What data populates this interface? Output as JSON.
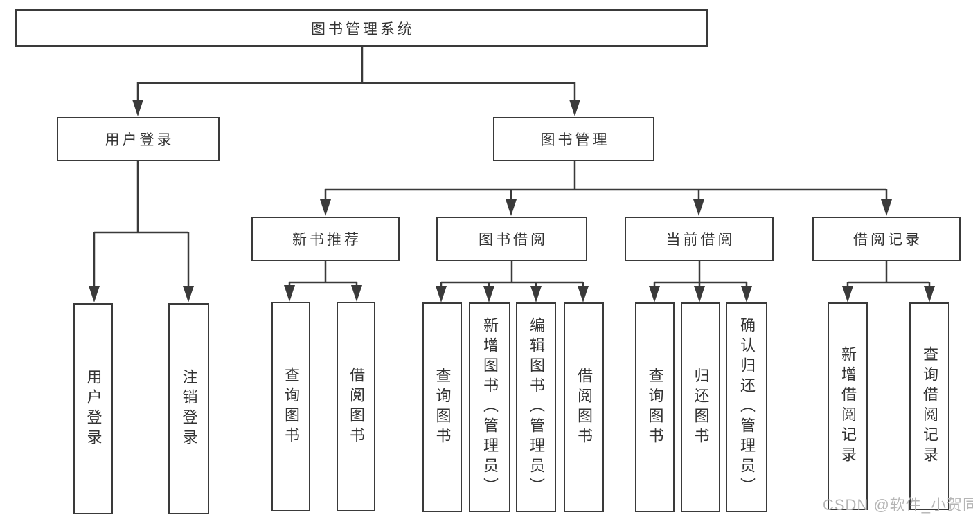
{
  "theme": {
    "line_color": "#3a3a3a",
    "text_color": "#333333",
    "watermark_color": "#b5b5b5",
    "background": "#ffffff"
  },
  "watermark": {
    "text": "CSDN @软件_小贺同学"
  },
  "diagram": {
    "type": "tree",
    "root": {
      "label": "图书管理系统",
      "children": [
        {
          "label": "用户登录",
          "children": [
            {
              "label": "用户登录"
            },
            {
              "label": "注销登录"
            }
          ]
        },
        {
          "label": "图书管理",
          "children": [
            {
              "label": "新书推荐",
              "children": [
                {
                  "label": "查询图书"
                },
                {
                  "label": "借阅图书"
                }
              ]
            },
            {
              "label": "图书借阅",
              "children": [
                {
                  "label": "查询图书"
                },
                {
                  "label": "新增图书（管理员）"
                },
                {
                  "label": "编辑图书（管理员）"
                },
                {
                  "label": "借阅图书"
                }
              ]
            },
            {
              "label": "当前借阅",
              "children": [
                {
                  "label": "查询图书"
                },
                {
                  "label": "归还图书"
                },
                {
                  "label": "确认归还（管理员）"
                }
              ]
            },
            {
              "label": "借阅记录",
              "children": [
                {
                  "label": "新增借阅记录"
                },
                {
                  "label": "查询借阅记录"
                }
              ]
            }
          ]
        }
      ]
    }
  }
}
